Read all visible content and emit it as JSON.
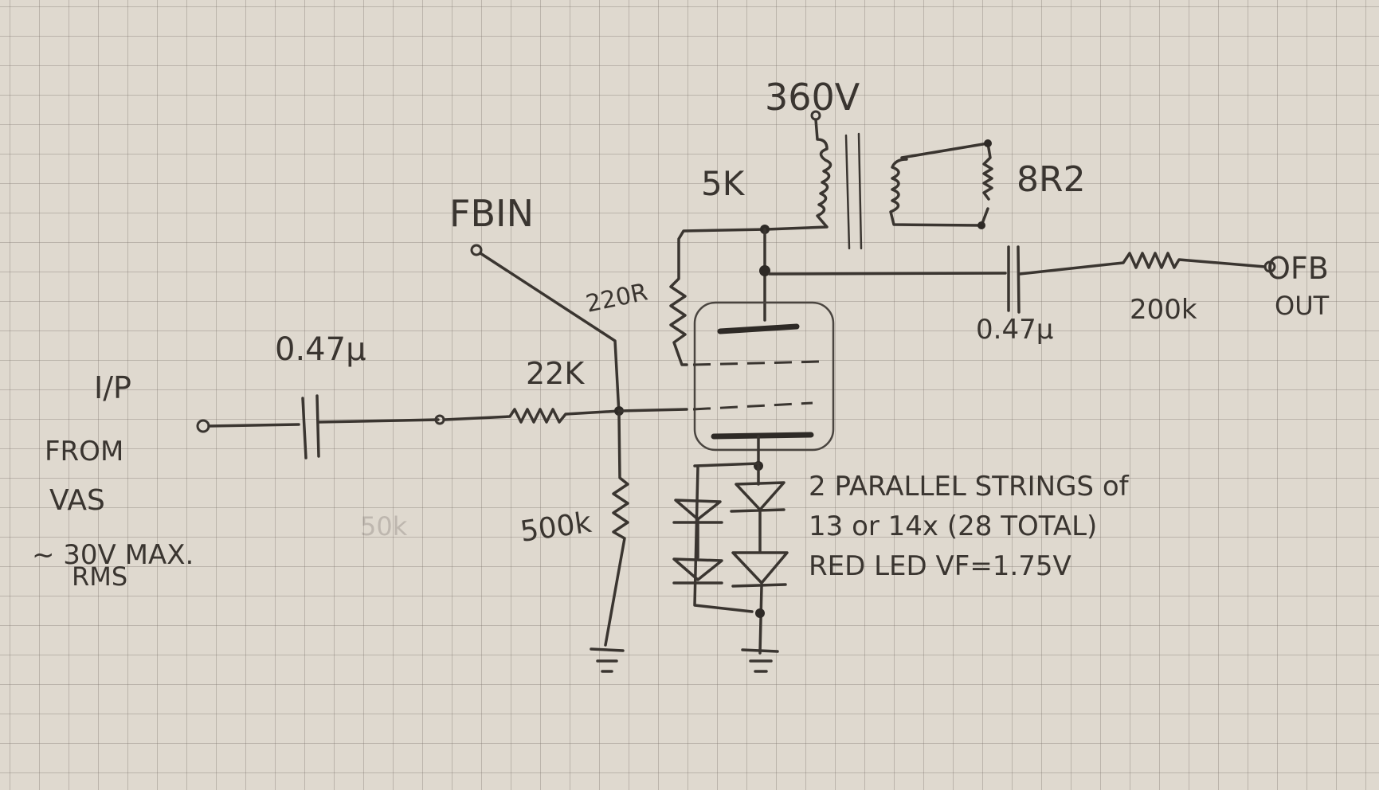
{
  "labels": {
    "supply": "360V",
    "primary": "5K",
    "load": "8R2",
    "fb_in": "FBIN",
    "r_220": "220R",
    "c_in": "0.47µ",
    "r_22k": "22K",
    "c_out": "0.47µ",
    "r_200k": "200k",
    "fb_out_1": "OFB",
    "fb_out_2": "OUT",
    "ip": "I/P",
    "from": "FROM",
    "vas": "VAS",
    "max": "~ 30V MAX.",
    "rms": "RMS",
    "r_500k": "500k",
    "faint_note": "50k",
    "led_note_1": "2 PARALLEL STRINGS of",
    "led_note_2": "13 or 14x (28 TOTAL)",
    "led_note_3": "RED LED VF=1.75V"
  },
  "colors": {
    "ink": "#3a3530",
    "paper": "#dfd9cf",
    "grid": "#787068"
  }
}
